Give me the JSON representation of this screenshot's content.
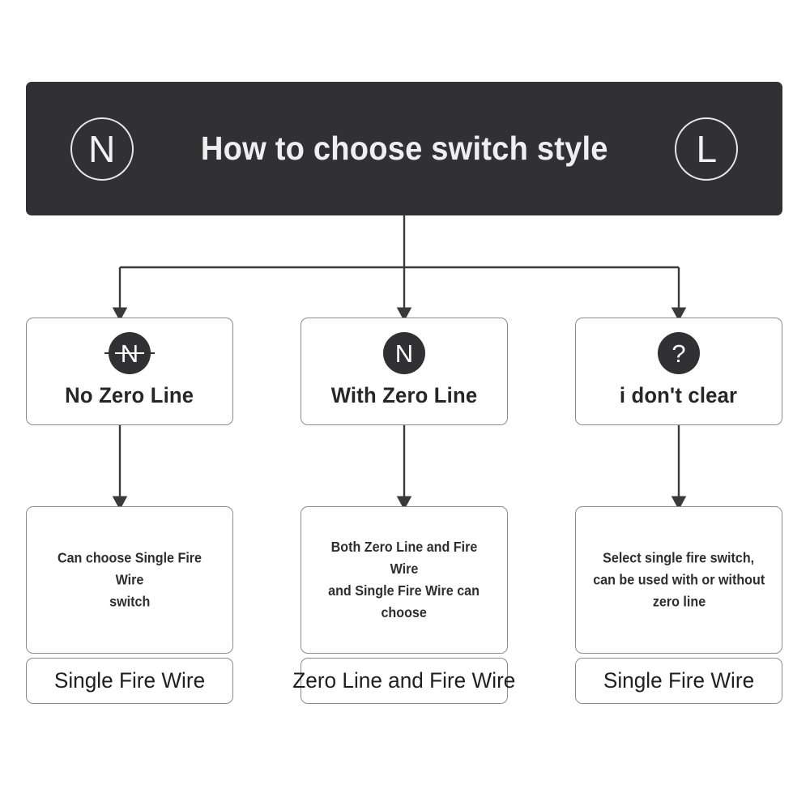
{
  "diagram": {
    "type": "flowchart",
    "background_color": "#ffffff",
    "line_color": "#3a3a3a",
    "box_border_color": "#8c8c8c",
    "accent_dark": "#313133"
  },
  "header": {
    "title": "How to choose switch style",
    "background_color": "#313133",
    "text_color": "#efefef",
    "left_badge": {
      "icon_name": "neutral-wire-circle-icon",
      "label": "N"
    },
    "right_badge": {
      "icon_name": "live-wire-circle-icon",
      "label": "L"
    }
  },
  "branches": [
    {
      "id": "no-zero-line",
      "badge": {
        "icon_name": "n-struck-through-icon",
        "label": "N",
        "struck": true
      },
      "label": "No Zero Line",
      "result": {
        "description_lines": [
          "Can choose Single Fire Wire",
          "switch"
        ],
        "footer": "Single Fire Wire"
      }
    },
    {
      "id": "with-zero-line",
      "badge": {
        "icon_name": "n-circle-icon",
        "label": "N",
        "struck": false
      },
      "label": "With Zero Line",
      "result": {
        "description_lines": [
          "Both Zero Line and Fire Wire",
          "and Single Fire Wire can",
          "choose"
        ],
        "footer": "Zero Line and Fire Wire"
      }
    },
    {
      "id": "unclear",
      "badge": {
        "icon_name": "question-mark-circle-icon",
        "label": "?",
        "struck": false
      },
      "label": "i don't clear",
      "result": {
        "description_lines": [
          "Select single fire switch,",
          "can be used with or without",
          "zero line"
        ],
        "footer": "Single Fire Wire"
      }
    }
  ]
}
